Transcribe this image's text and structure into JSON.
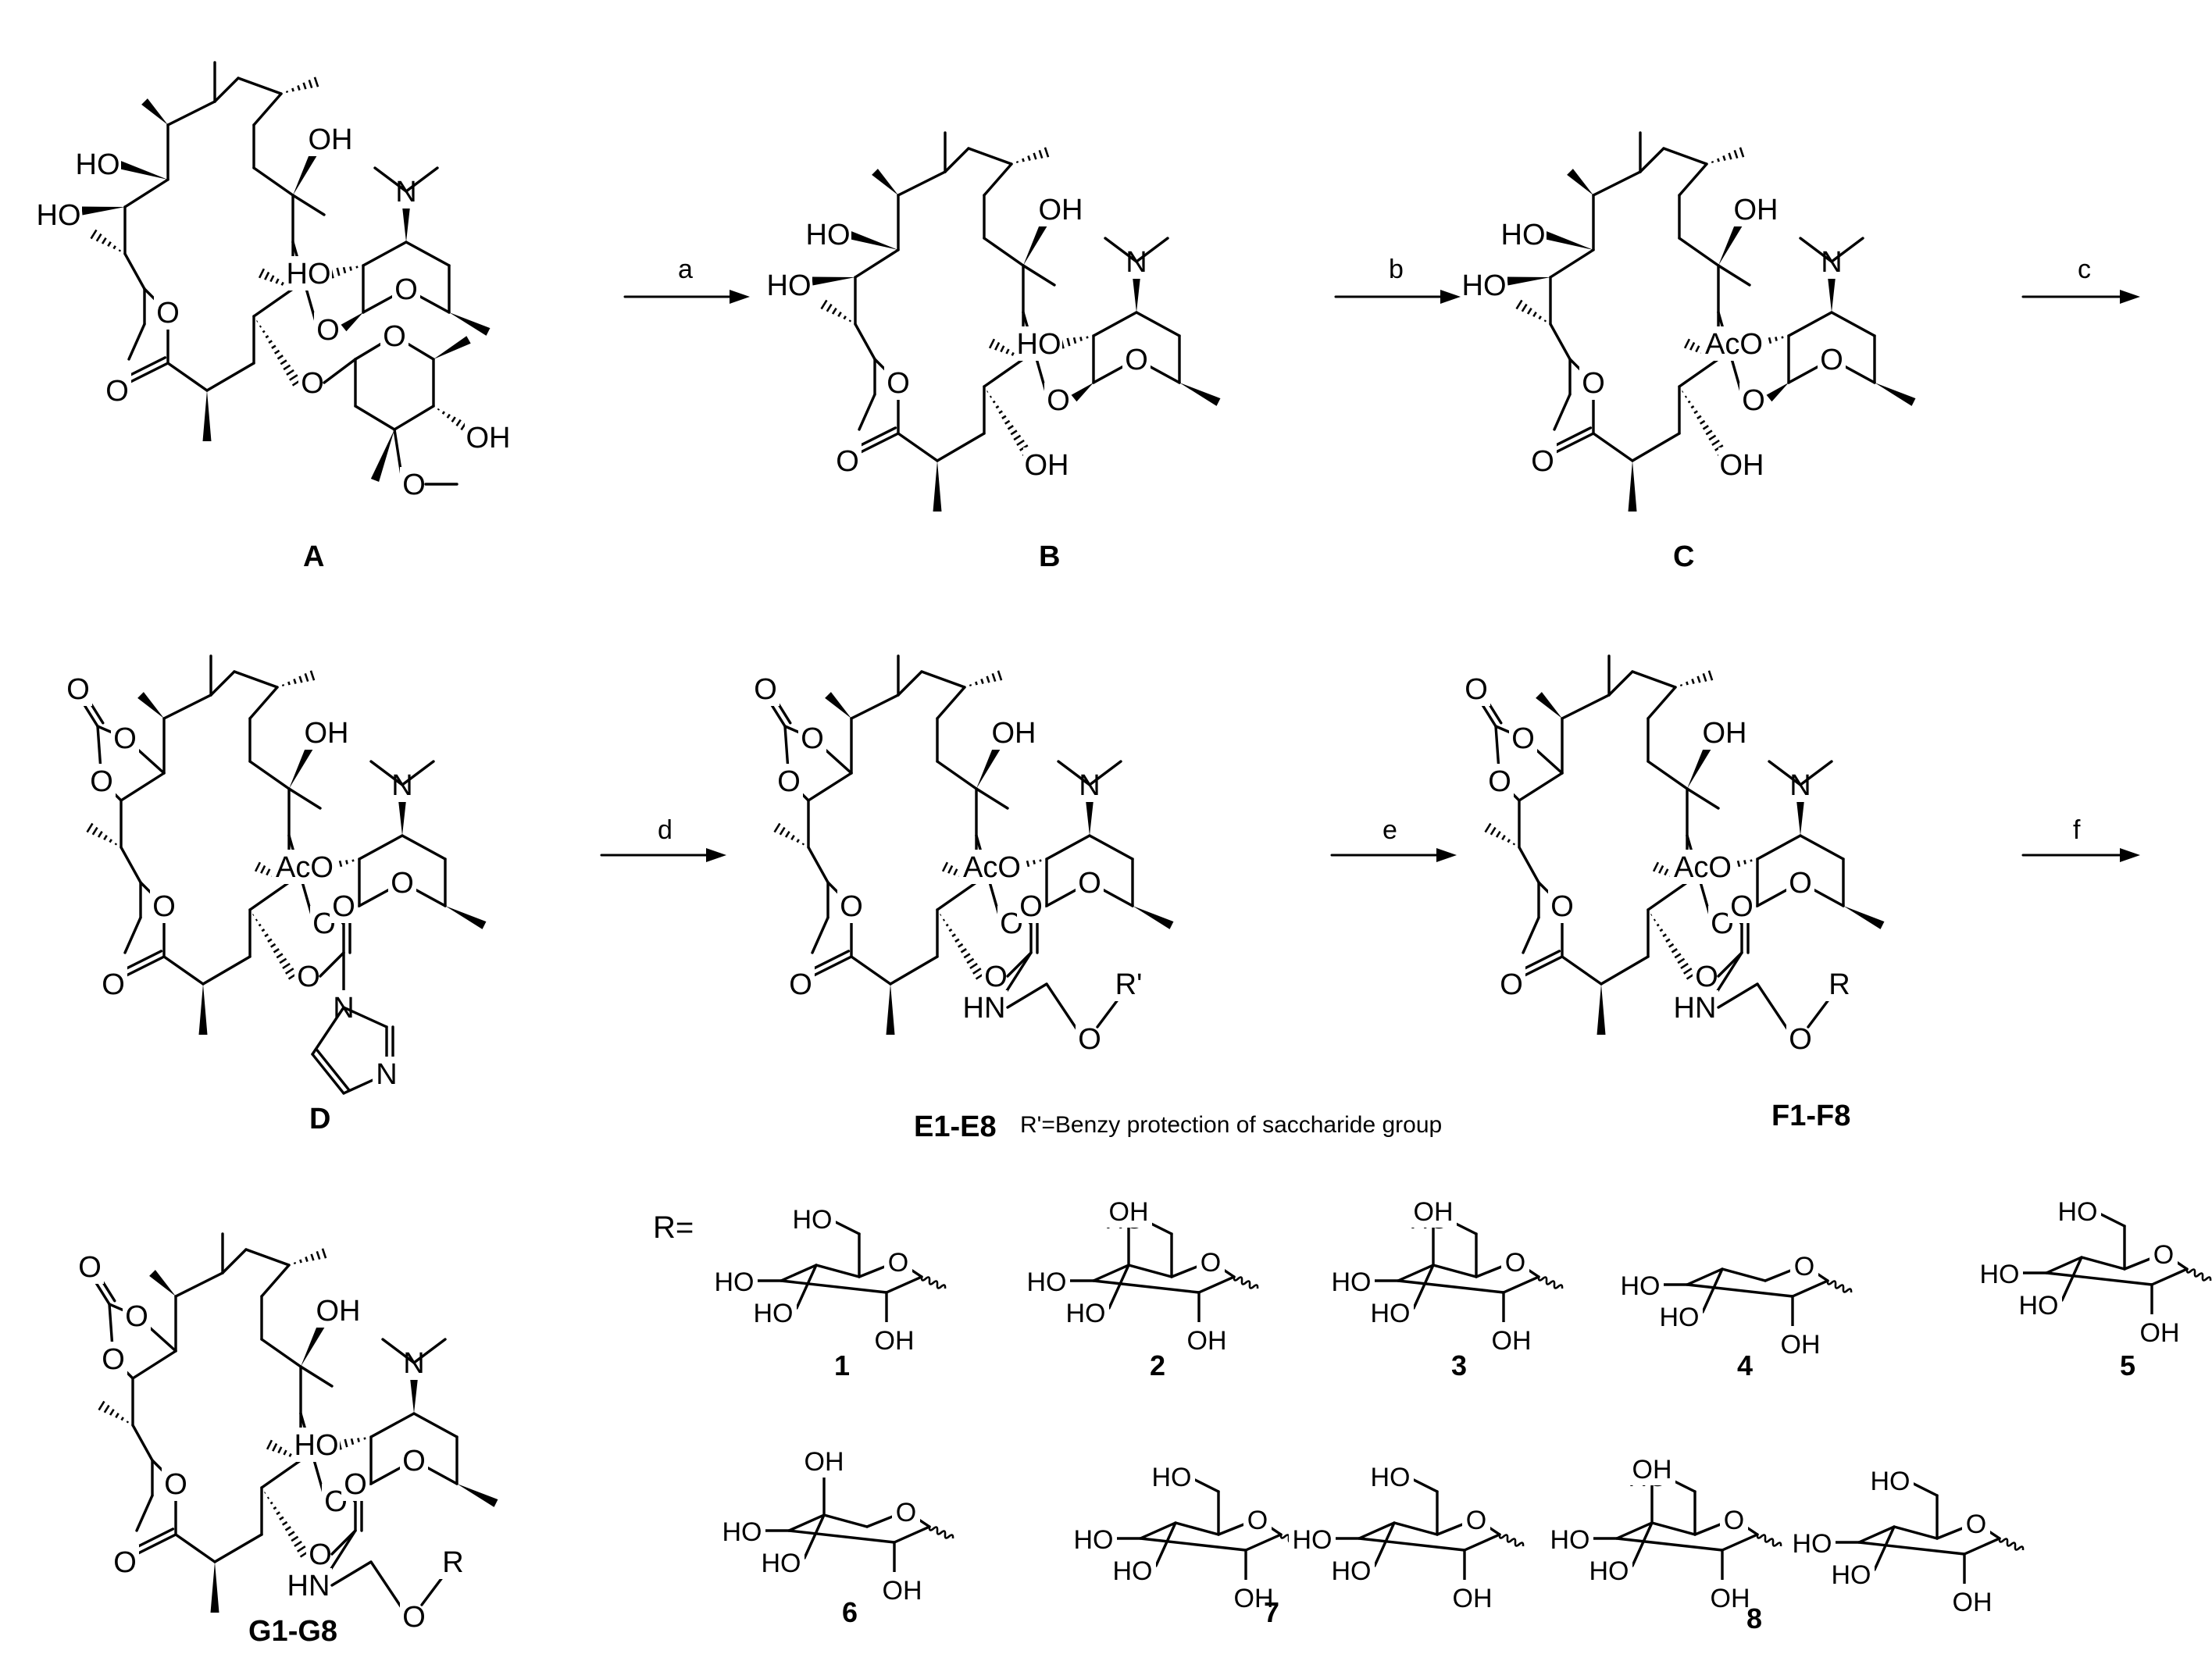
{
  "compounds": {
    "A": "A",
    "B": "B",
    "C": "C",
    "D": "D",
    "E": "E1-E8",
    "F": "F1-F8",
    "G": "G1-G8"
  },
  "steps": [
    "a",
    "b",
    "c",
    "d",
    "e",
    "f"
  ],
  "note": "R'=Benzy   protection    of  saccharide   group",
  "r_label": "R=",
  "saccharide_numbers": [
    "1",
    "2",
    "3",
    "4",
    "5",
    "6",
    "7",
    "8"
  ],
  "atoms": {
    "N": "N",
    "O": "O",
    "HO": "HO",
    "OH": "OH",
    "AcO": "AcO",
    "HN": "HN",
    "OR": "O",
    "R": "R",
    "Rp": "R'"
  }
}
